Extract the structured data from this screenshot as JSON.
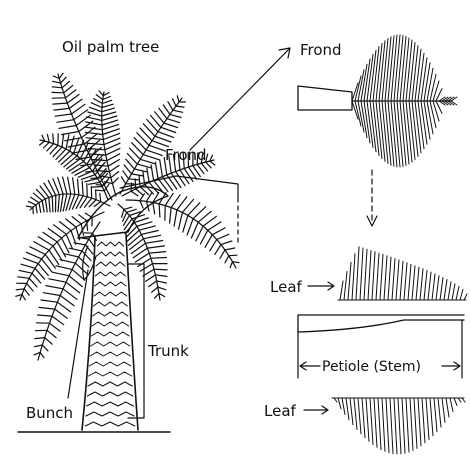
{
  "diagram": {
    "title": "Oil palm tree",
    "labels": {
      "frond_top": "Frond",
      "frond_tree": "Frond",
      "trunk": "Trunk",
      "bunch": "Bunch",
      "leaf_upper": "Leaf",
      "leaf_lower": "Leaf",
      "petiole": "Petiole (Stem)"
    },
    "colors": {
      "ink": "#111111",
      "background": "#ffffff"
    }
  }
}
